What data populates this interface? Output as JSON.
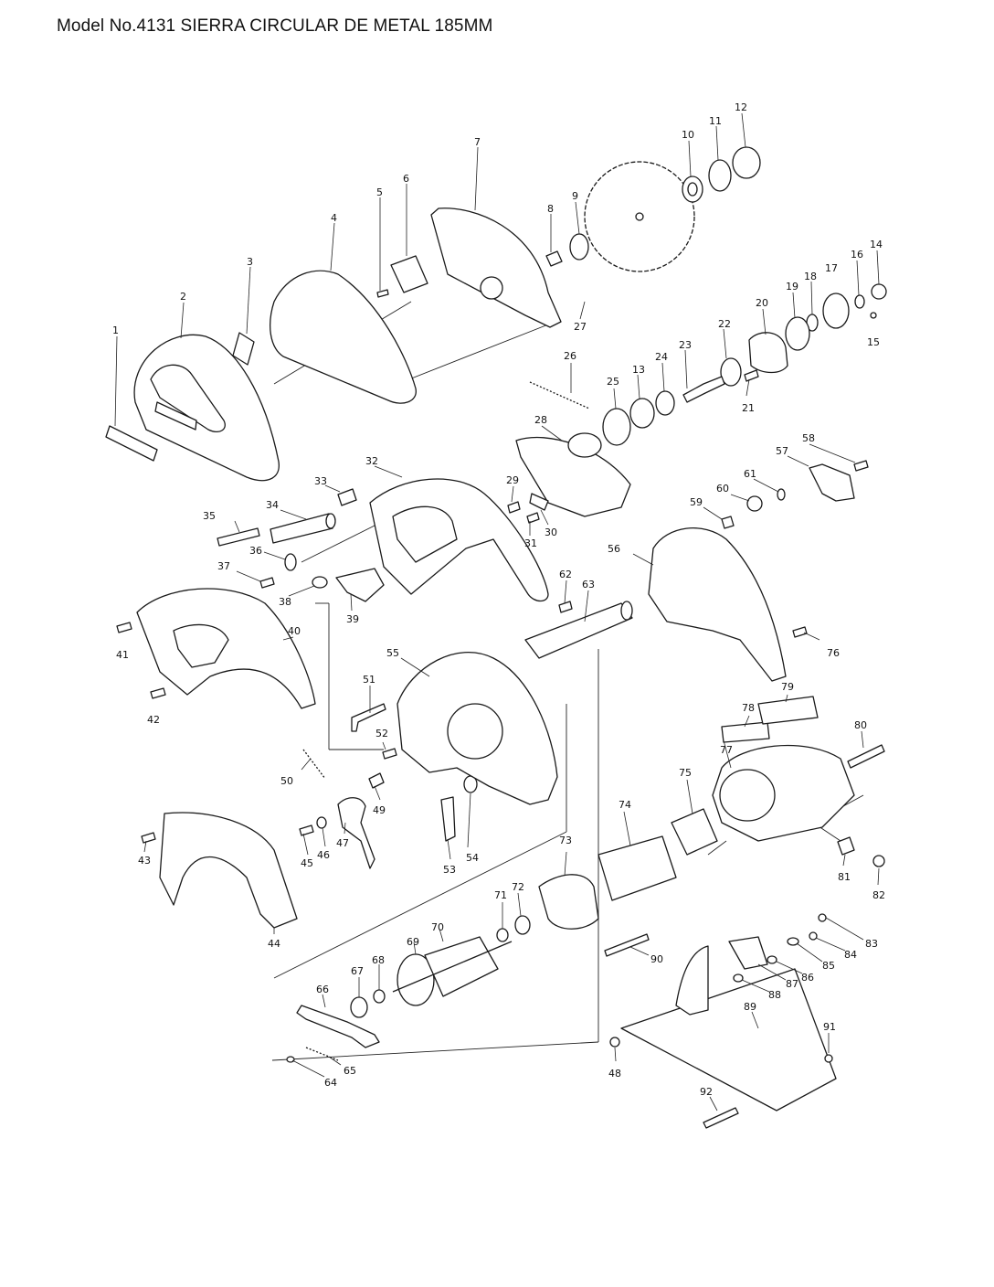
{
  "title": "Model No.4131 SIERRA CIRCULAR DE METAL 185MM",
  "part_numbers": [
    "1",
    "2",
    "3",
    "4",
    "5",
    "6",
    "7",
    "8",
    "9",
    "10",
    "11",
    "12",
    "13",
    "14",
    "15",
    "16",
    "17",
    "18",
    "19",
    "20",
    "21",
    "22",
    "23",
    "24",
    "25",
    "26",
    "27",
    "28",
    "29",
    "30",
    "31",
    "32",
    "33",
    "34",
    "35",
    "36",
    "37",
    "38",
    "39",
    "40",
    "41",
    "42",
    "43",
    "44",
    "45",
    "46",
    "47",
    "48",
    "49",
    "50",
    "51",
    "52",
    "53",
    "54",
    "55",
    "56",
    "57",
    "58",
    "59",
    "60",
    "61",
    "62",
    "63",
    "64",
    "65",
    "66",
    "67",
    "68",
    "69",
    "70",
    "71",
    "72",
    "73",
    "74",
    "75",
    "76",
    "77",
    "78",
    "79",
    "80",
    "81",
    "82",
    "83",
    "84",
    "85",
    "86",
    "87",
    "88",
    "89",
    "90",
    "91",
    "92"
  ]
}
